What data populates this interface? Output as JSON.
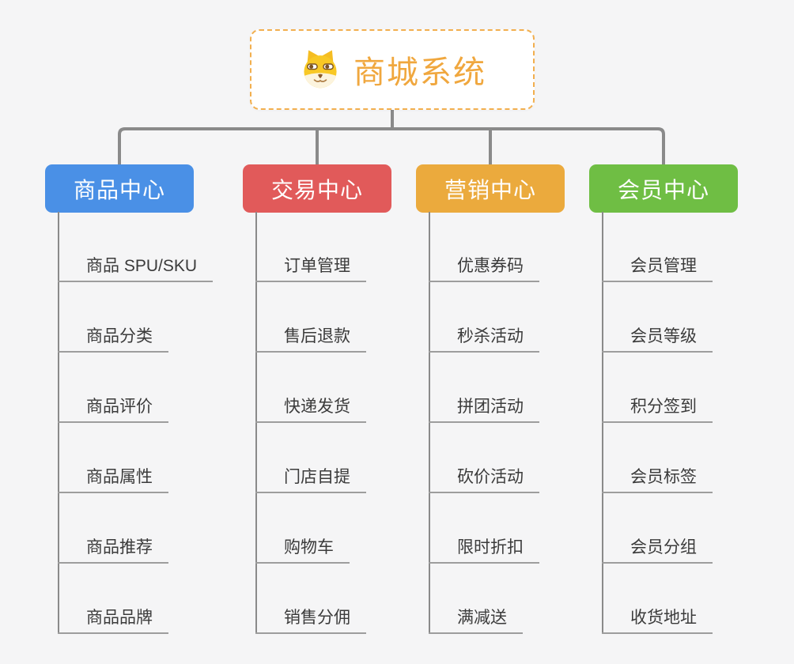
{
  "root": {
    "title": "商城系统",
    "icon": "dog-face-icon"
  },
  "palette": {
    "background": "#F5F5F6",
    "root_border": "#F2AF4E",
    "root_title_text": "#F0A73E",
    "connector_line": "#8A8A8A",
    "item_underline": "#9D9D9D",
    "item_text": "#3B3B3B",
    "branch_text": "#FFFFFF"
  },
  "columns": [
    {
      "label": "商品中心",
      "color": "#4A90E6",
      "items": [
        "商品 SPU/SKU",
        "商品分类",
        "商品评价",
        "商品属性",
        "商品推荐",
        "商品品牌"
      ]
    },
    {
      "label": "交易中心",
      "color": "#E15A5A",
      "items": [
        "订单管理",
        "售后退款",
        "快递发货",
        "门店自提",
        "购物车",
        "销售分佣"
      ]
    },
    {
      "label": "营销中心",
      "color": "#EBAA3D",
      "items": [
        "优惠券码",
        "秒杀活动",
        "拼团活动",
        "砍价活动",
        "限时折扣",
        "满减送"
      ]
    },
    {
      "label": "会员中心",
      "color": "#6FBE44",
      "items": [
        "会员管理",
        "会员等级",
        "积分签到",
        "会员标签",
        "会员分组",
        "收货地址"
      ]
    }
  ]
}
